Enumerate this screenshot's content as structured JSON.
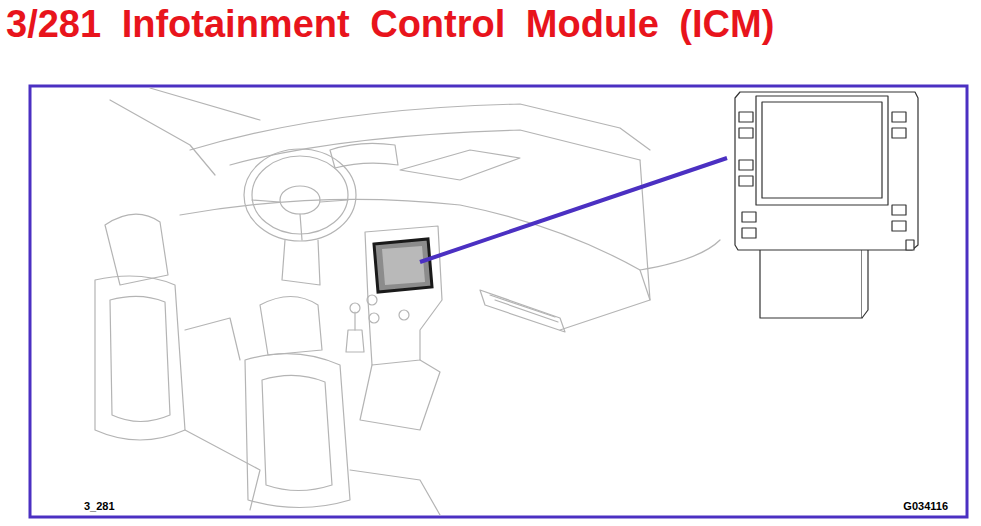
{
  "diagram": {
    "title": "3/281 Infotainment Control Module (ICM)",
    "labels": [
      "3_281",
      "G034116"
    ]
  }
}
